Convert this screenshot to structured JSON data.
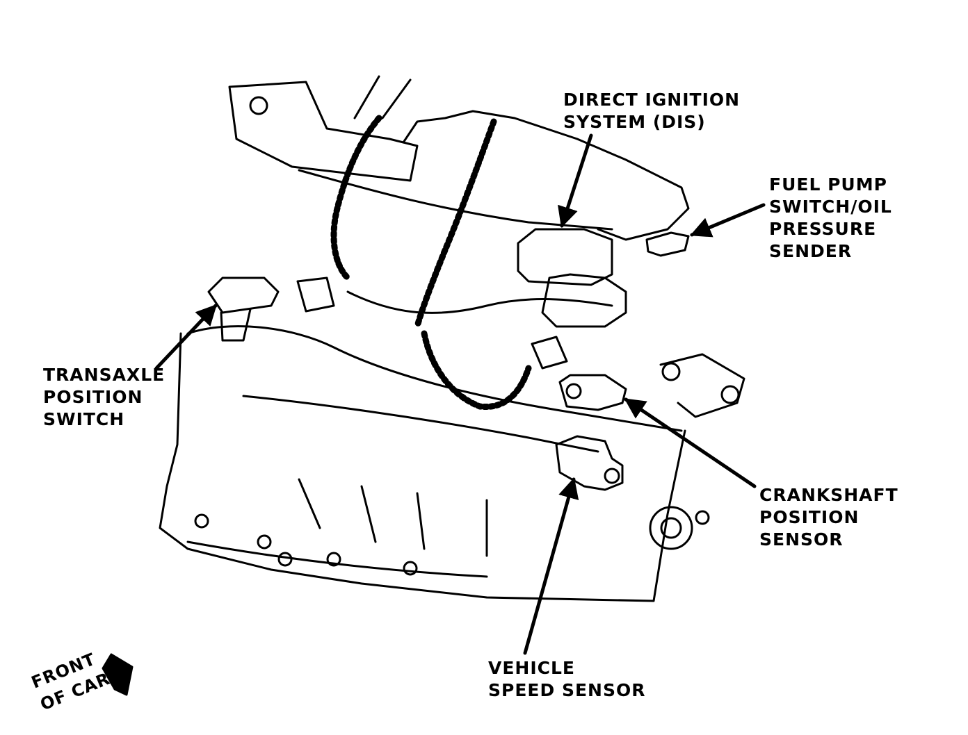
{
  "labels": {
    "dis": [
      "DIRECT IGNITION",
      "SYSTEM (DIS)"
    ],
    "fuel_pump": [
      "FUEL PUMP",
      "SWITCH/OIL",
      "PRESSURE",
      "SENDER"
    ],
    "transaxle": [
      "TRANSAXLE",
      "POSITION",
      "SWITCH"
    ],
    "crankshaft": [
      "CRANKSHAFT",
      "POSITION",
      "SENSOR"
    ],
    "vss": [
      "VEHICLE",
      "SPEED SENSOR"
    ],
    "front": [
      "FRONT",
      "OF CAR"
    ]
  },
  "colors": {
    "ink": "#000000",
    "paper": "#ffffff"
  }
}
